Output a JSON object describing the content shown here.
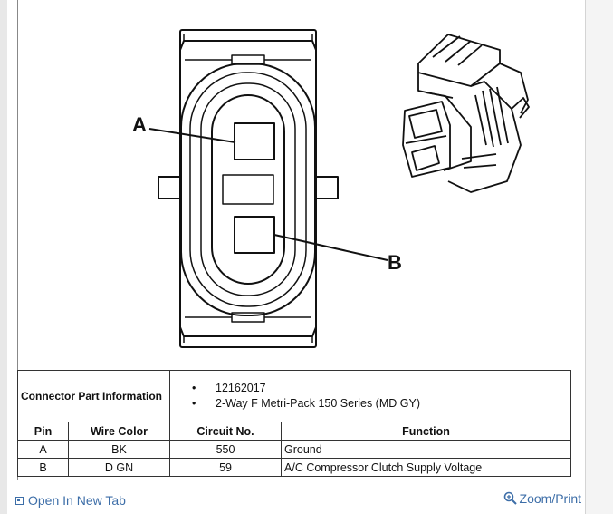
{
  "diagram": {
    "pin_labels": {
      "a": "A",
      "b": "B"
    }
  },
  "connector_info": {
    "label": "Connector Part Information",
    "items": [
      "12162017",
      "2-Way F Metri-Pack 150 Series (MD GY)"
    ]
  },
  "pin_table": {
    "headers": {
      "pin": "Pin",
      "wire_color": "Wire Color",
      "circuit": "Circuit No.",
      "function": "Function"
    },
    "rows": [
      {
        "pin": "A",
        "wire_color": "BK",
        "circuit": "550",
        "function": "Ground"
      },
      {
        "pin": "B",
        "wire_color": "D GN",
        "circuit": "59",
        "function": "A/C Compressor Clutch Supply Voltage"
      }
    ]
  },
  "footer": {
    "open_new_tab": "Open In New Tab",
    "zoom_print": "Zoom/Print",
    "icons": [
      "open-tab-icon",
      "magnifier-icon"
    ]
  },
  "colors": {
    "link": "#3d6ea8",
    "line": "#111111"
  }
}
